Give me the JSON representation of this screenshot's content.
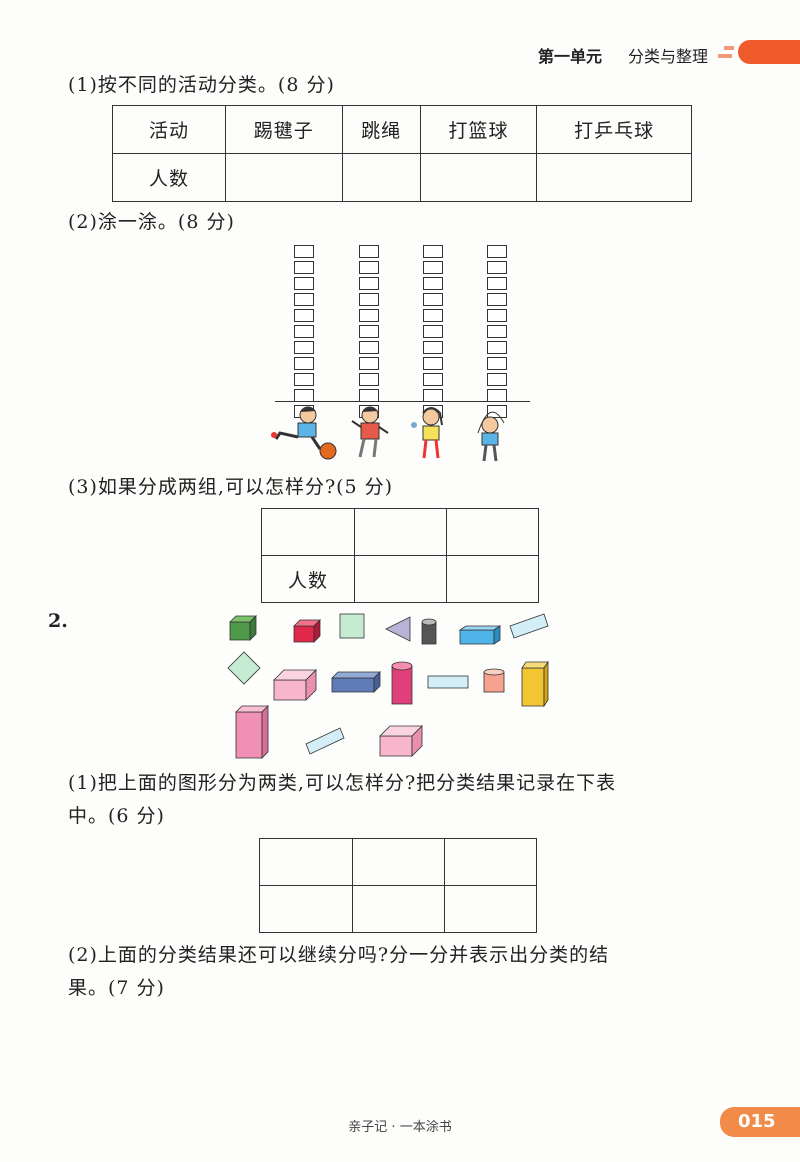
{
  "header": {
    "unit": "第一单元",
    "topic": "分类与整理"
  },
  "part1": {
    "q1": "(1)按不同的活动分类。(8 分)",
    "table": {
      "row_header_1": "活动",
      "activities": [
        "踢毽子",
        "跳绳",
        "打篮球",
        "打乒乓球"
      ],
      "row_header_2": "人数"
    },
    "q2": "(2)涂一涂。(8 分)",
    "q3": "(3)如果分成两组,可以怎样分?(5 分)",
    "q3_table_label": "人数"
  },
  "part2": {
    "number": "2.",
    "q1_line1": "(1)把上面的图形分为两类,可以怎样分?把分类结果记录在下表",
    "q1_line2": "中。(6 分)",
    "q2_line1": "(2)上面的分类结果还可以继续分吗?分一分并表示出分类的结",
    "q2_line2": "果。(7 分)"
  },
  "footer": {
    "text": "亲子记 · 一本涂书",
    "page": "015"
  },
  "colors": {
    "accent": "#ef5a2a",
    "page_tab": "#f28b4a"
  }
}
